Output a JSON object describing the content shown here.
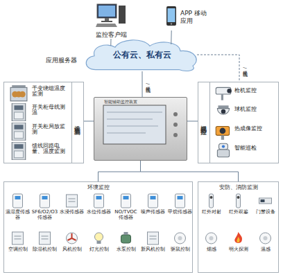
{
  "diagram": {
    "nodes": [
      {
        "text": [
          "监控客户端"
        ]
      },
      {
        "text": [
          "APP 移动应用"
        ]
      },
      {
        "text": [
          "公有云、私有云"
        ]
      },
      {
        "text": [
          "设备状态监测"
        ]
      },
      {
        "text": [
          "智能辅助监控装置"
        ]
      },
      {
        "text": [
          "视频远程监控"
        ]
      },
      {
        "text": [
          "环境监控"
        ]
      },
      {
        "text": [
          "安防、消防监测"
        ]
      }
    ],
    "edges": [
      {
        "from": 0,
        "to": 2,
        "arrow": "none"
      },
      {
        "from": 1,
        "to": 2,
        "arrow": "none"
      },
      {
        "from": 2,
        "to": 4,
        "label": "光纤/无线",
        "arrow": "none"
      },
      {
        "from": 2,
        "to": 5,
        "label": "光纤/无线",
        "arrow": "none"
      },
      {
        "from": 4,
        "to": 3,
        "arrow": "none"
      },
      {
        "from": 4,
        "to": 5,
        "arrow": "none"
      },
      {
        "from": 4,
        "to": 6,
        "arrow": "none"
      },
      {
        "from": 4,
        "to": 7,
        "arrow": "none"
      }
    ],
    "labels": [
      "应用服务器",
      "干变绕组温度监测",
      "开关柜母线测温",
      "开关柜局放监测",
      "馈线回路电量、温度监测",
      "枪机监控",
      "球机监控",
      "热成像监控",
      "智能巡检",
      "温湿度传感器",
      "SF6/O2/O3传感器",
      "水浸传感器",
      "水位传感器",
      "NO/TVOC传感器",
      "噪声传感器",
      "甲烷传感器",
      "空调控制",
      "除湿机控制",
      "风机控制",
      "灯光控制",
      "水泵控制",
      "新风机控制",
      "驱鼠控制",
      "红外对射",
      "红外双鉴",
      "门禁设备",
      "烟感",
      "明火探测",
      "温感"
    ]
  }
}
